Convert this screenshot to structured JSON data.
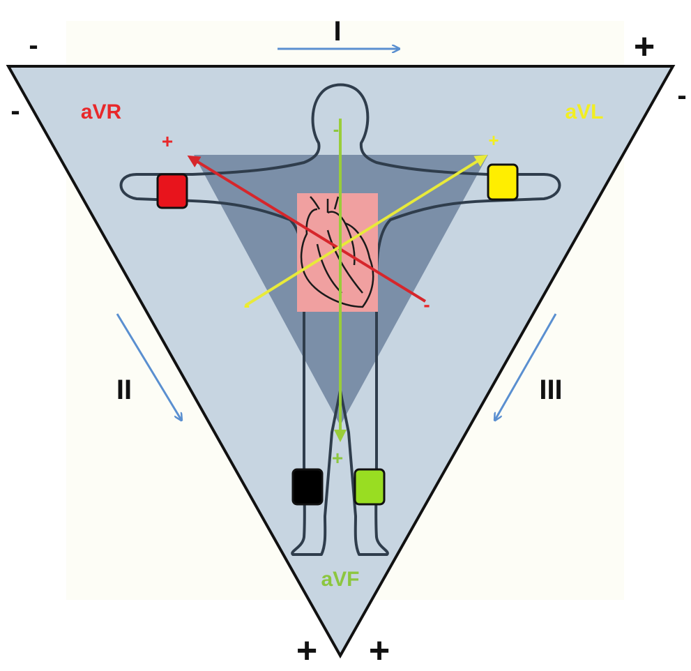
{
  "leads": {
    "I": {
      "label": "I"
    },
    "II": {
      "label": "II"
    },
    "III": {
      "label": "III"
    }
  },
  "augmented": {
    "aVR": {
      "label": "aVR",
      "color": "#e8282a",
      "positive": "+",
      "negative": "-"
    },
    "aVL": {
      "label": "aVL",
      "color": "#f2ee22",
      "positive": "+",
      "negative": "-"
    },
    "aVF": {
      "label": "aVF",
      "color": "#8cc63f",
      "positive": "+",
      "negative": "-"
    }
  },
  "polarity": {
    "top_left_outer": "-",
    "top_left_inner": "-",
    "top_right_outer": "+",
    "top_right_inner": "-",
    "bottom_left": "+",
    "bottom_right": "+"
  },
  "electrodes": [
    {
      "name": "right-arm-electrode",
      "color": "#e8141c"
    },
    {
      "name": "left-arm-electrode",
      "color": "#ffee00"
    },
    {
      "name": "right-leg-electrode",
      "color": "#000000"
    },
    {
      "name": "left-leg-electrode",
      "color": "#99dd22"
    }
  ],
  "colors": {
    "outer_triangle": "#c7d5e1",
    "inner_triangle": "#7b8fa8",
    "heart_box": "#f0a0a0",
    "lead_arrow": "#5a8fd0",
    "body_outline": "#3a4a5a"
  }
}
